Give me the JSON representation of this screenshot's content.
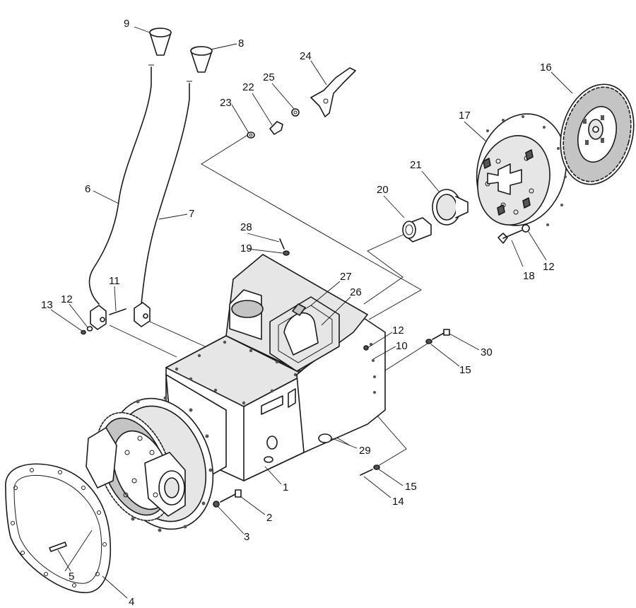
{
  "callouts": [
    {
      "id": "c1",
      "text": "1"
    },
    {
      "id": "c2",
      "text": "2"
    },
    {
      "id": "c3",
      "text": "3"
    },
    {
      "id": "c4",
      "text": "4"
    },
    {
      "id": "c5",
      "text": "5"
    },
    {
      "id": "c6",
      "text": "6"
    },
    {
      "id": "c7",
      "text": "7"
    },
    {
      "id": "c8",
      "text": "8"
    },
    {
      "id": "c9",
      "text": "9"
    },
    {
      "id": "c10",
      "text": "10"
    },
    {
      "id": "c11",
      "text": "11"
    },
    {
      "id": "c12a",
      "text": "12"
    },
    {
      "id": "c12b",
      "text": "12"
    },
    {
      "id": "c12c",
      "text": "12"
    },
    {
      "id": "c13",
      "text": "13"
    },
    {
      "id": "c14",
      "text": "14"
    },
    {
      "id": "c15a",
      "text": "15"
    },
    {
      "id": "c15b",
      "text": "15"
    },
    {
      "id": "c16",
      "text": "16"
    },
    {
      "id": "c17",
      "text": "17"
    },
    {
      "id": "c18",
      "text": "18"
    },
    {
      "id": "c19",
      "text": "19"
    },
    {
      "id": "c20",
      "text": "20"
    },
    {
      "id": "c21",
      "text": "21"
    },
    {
      "id": "c22",
      "text": "22"
    },
    {
      "id": "c23",
      "text": "23"
    },
    {
      "id": "c24",
      "text": "24"
    },
    {
      "id": "c25",
      "text": "25"
    },
    {
      "id": "c26",
      "text": "26"
    },
    {
      "id": "c27",
      "text": "27"
    },
    {
      "id": "c28",
      "text": "28"
    },
    {
      "id": "c29",
      "text": "29"
    },
    {
      "id": "c30",
      "text": "30"
    }
  ]
}
